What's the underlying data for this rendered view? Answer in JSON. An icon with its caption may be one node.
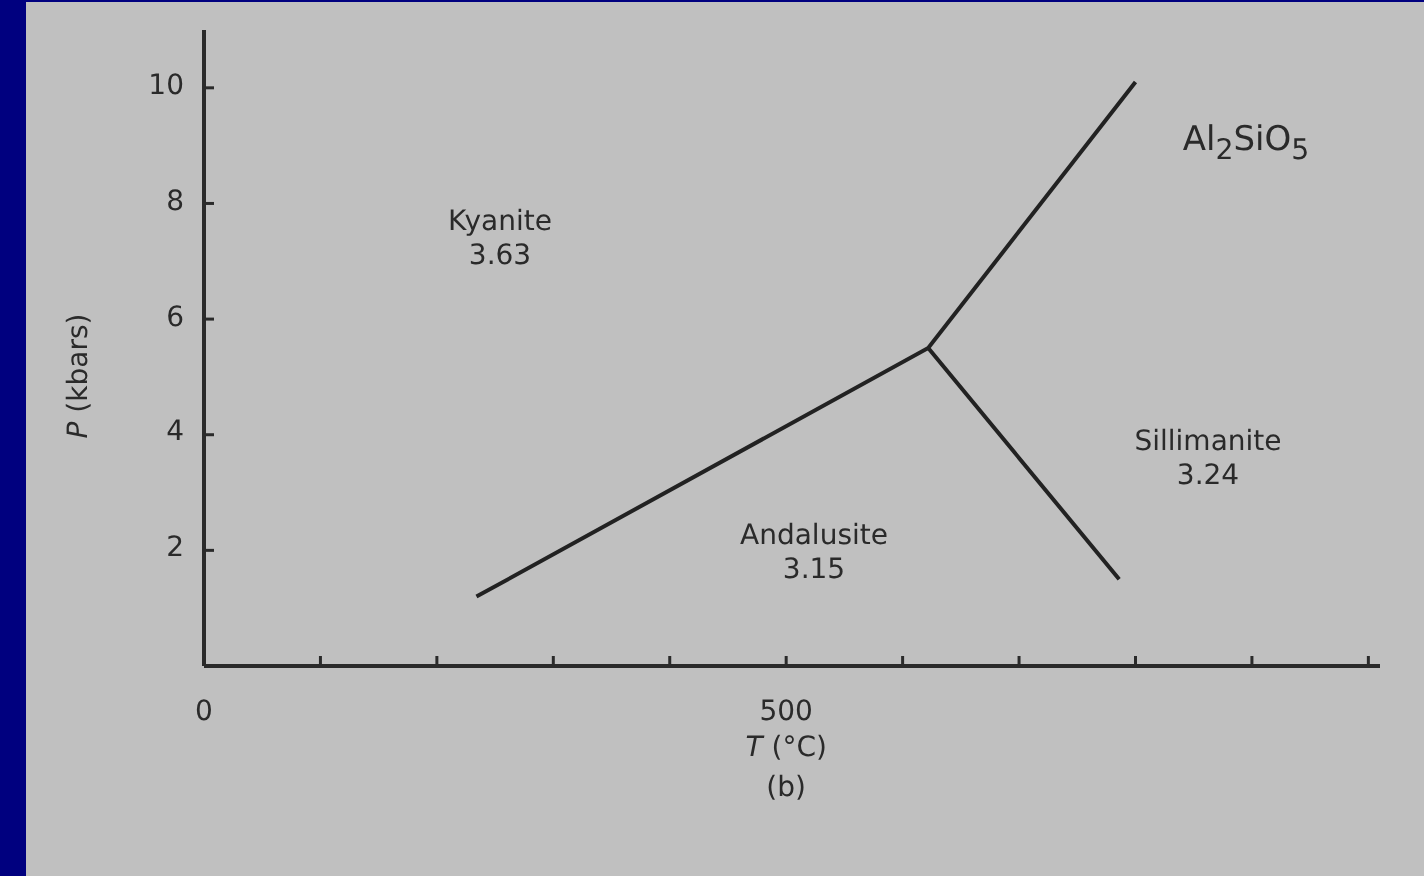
{
  "diagram": {
    "caption": "(b)",
    "chart_data": {
      "type": "line",
      "xlabel": "*T* (°C)",
      "ylabel": "*P* (kbars)",
      "xlim": [
        0,
        1010
      ],
      "ylim": [
        0,
        11
      ],
      "xticks": [
        0,
        500
      ],
      "yticks": [
        2,
        4,
        6,
        8,
        10
      ],
      "series": [
        {
          "x": [
            234,
            622,
            800,
            null,
            622,
            786
          ],
          "values": [
            1.2,
            5.5,
            10.1,
            null,
            5.5,
            1.5
          ]
        }
      ],
      "annotations": [
        {
          "text": [
            "Kyanite",
            "3.63"
          ]
        },
        {
          "text": [
            "Andalusite",
            "3.15"
          ]
        },
        {
          "text": [
            "Sillimanite",
            "3.24"
          ]
        },
        {
          "text": [
            "Al$_{2}$SiO$_{5}$"
          ]
        }
      ]
    }
  }
}
